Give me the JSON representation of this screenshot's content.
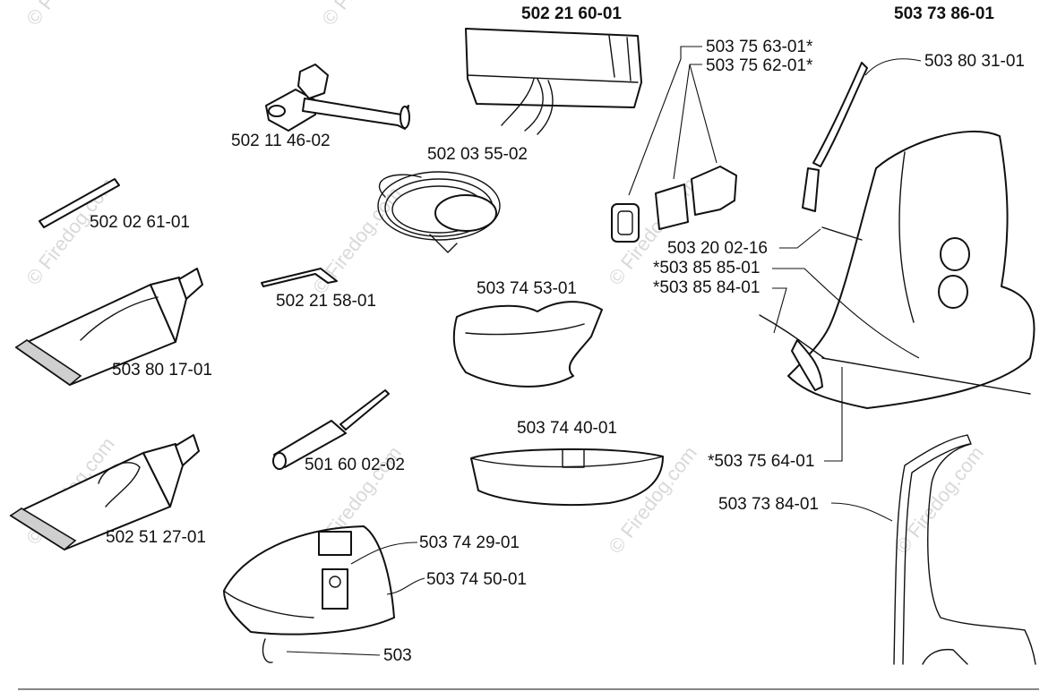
{
  "title_parts": [
    "502 21 60-01",
    "503 73 86-01"
  ],
  "labels": {
    "scrench": "502 11 46-02",
    "toolbag": "502 21 60-01",
    "trimmer_line": "502 03 55-02",
    "rod": "502 02 61-01",
    "hook": "502 21 58-01",
    "grease_tube_1": "503 80 17-01",
    "grease_tube_2": "502 51 27-01",
    "file": "501 60 02-02",
    "guard_1": "503 74 29-01",
    "guard_2": "503 74 50-01",
    "guard_screw": "503",
    "buckle_1": "503 75 63-01*",
    "buckle_2": "503 75 62-01*",
    "pad": "503 74 53-01",
    "hip_pad": "503 74 40-01",
    "harness": "503 73 86-01",
    "hook_strap": "503 80 31-01",
    "screw": "503 20 02-16",
    "strap_1": "*503 85 85-01",
    "strap_2": "*503 85 84-01",
    "clip": "*503 75 64-01",
    "frame": "503 73 84-01"
  },
  "watermark": "© Firedog.com"
}
